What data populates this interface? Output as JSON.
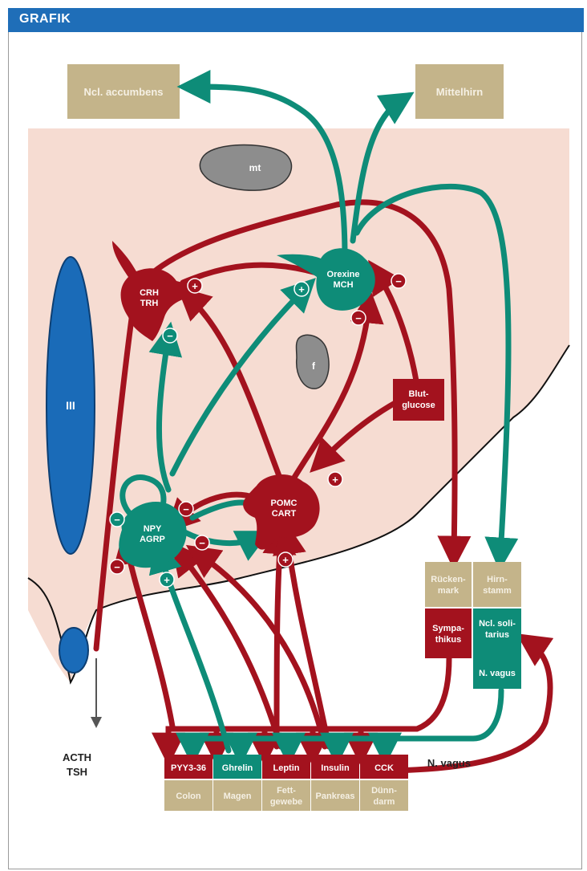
{
  "header": {
    "title": "GRAFIK"
  },
  "colors": {
    "header": "#1f6eb8",
    "red": "#a3121e",
    "green": "#0e8c78",
    "tan": "#c4b48a",
    "tissue": "#f6dcd2",
    "ventricle": "#1a6bb8",
    "gray": "#8d8d8d"
  },
  "targets": {
    "accumbens": "Ncl. accumbens",
    "mittelhirn": "Mittelhirn"
  },
  "regions": {
    "mt": "mt",
    "f": "f",
    "ventricle": "III"
  },
  "neurons": {
    "crh": [
      "CRH",
      "TRH"
    ],
    "orexine": [
      "Orexine",
      "MCH"
    ],
    "pomc": [
      "POMC",
      "CART"
    ],
    "npy": [
      "NPY",
      "AGRP"
    ]
  },
  "blutglucose": [
    "Blut-",
    "glucose"
  ],
  "spinal": {
    "rueckenmark": [
      "Rücken-",
      "mark"
    ],
    "hirnstamm": [
      "Hirn-",
      "stamm"
    ],
    "sympathikus": [
      "Sympa-",
      "thikus"
    ],
    "ncl_solitarius": [
      "Ncl. soli-",
      "tarius"
    ],
    "n_vagus": "N. vagus"
  },
  "output": [
    "ACTH",
    "TSH"
  ],
  "vagus_label": "N. vagus",
  "signals": [
    {
      "name": "PYY3-36",
      "organ": [
        "Colon"
      ],
      "color": "red"
    },
    {
      "name": "Ghrelin",
      "organ": [
        "Magen"
      ],
      "color": "green"
    },
    {
      "name": "Leptin",
      "organ": [
        "Fett-",
        "gewebe"
      ],
      "color": "red"
    },
    {
      "name": "Insulin",
      "organ": [
        "Pankreas"
      ],
      "color": "red"
    },
    {
      "name": "CCK",
      "organ": [
        "Dünn-",
        "darm"
      ],
      "color": "red"
    }
  ],
  "signs": {
    "plus": "+",
    "minus": "−"
  }
}
